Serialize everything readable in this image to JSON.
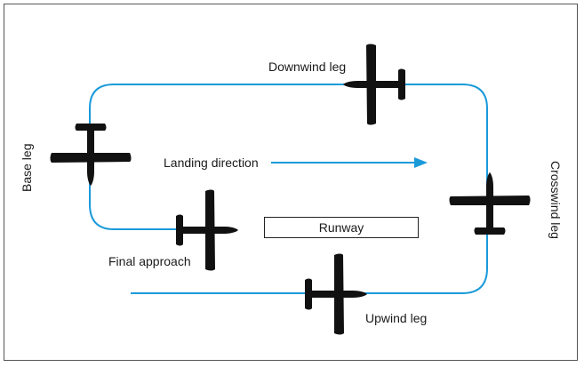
{
  "labels": {
    "downwind": "Downwind leg",
    "base": "Base leg",
    "crosswind": "Crosswind leg",
    "upwind": "Upwind leg",
    "final": "Final approach",
    "landing_direction": "Landing direction",
    "runway": "Runway"
  },
  "colors": {
    "pattern_line": "#1a9ad9",
    "aircraft": "#111111",
    "border": "#555555"
  },
  "icons": [
    "airplane-icon"
  ]
}
